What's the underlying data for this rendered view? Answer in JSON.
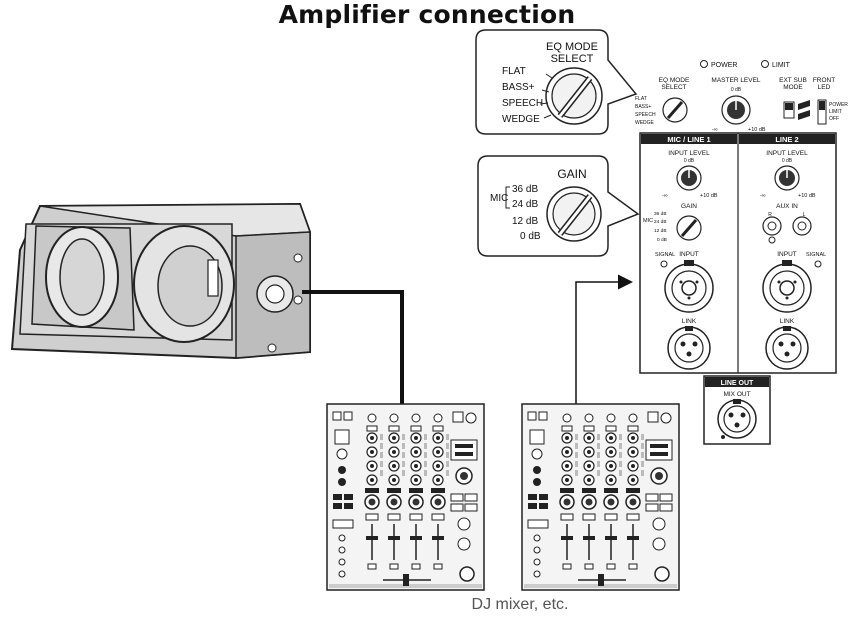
{
  "title": "Amplifier connection",
  "caption": "DJ mixer, etc.",
  "eq_callout": {
    "heading_line1": "EQ MODE",
    "heading_line2": "SELECT",
    "options": [
      "FLAT",
      "BASS+",
      "SPEECH",
      "WEDGE"
    ]
  },
  "gain_callout": {
    "heading": "GAIN",
    "mic_label": "MIC",
    "levels": [
      "36 dB",
      "24 dB",
      "12 dB",
      "0 dB"
    ]
  },
  "panel": {
    "power": "POWER",
    "limit": "LIMIT",
    "eq_mode_line1": "EQ MODE",
    "eq_mode_line2": "SELECT",
    "eq_small": [
      "FLAT",
      "BASS+",
      "SPEECH",
      "WEDGE"
    ],
    "master_level": "MASTER LEVEL",
    "master_zero": "0 dB",
    "master_min": "-∞",
    "master_max": "+10 dB",
    "ext_sub_line1": "EXT SUB",
    "ext_sub_line2": "MODE",
    "front_led_line1": "FRONT",
    "front_led_line2": "LED",
    "front_led_options": [
      "POWER",
      "LIMIT",
      "OFF"
    ],
    "ch1_header": "MIC / LINE 1",
    "ch2_header": "LINE 2",
    "input_level": "INPUT LEVEL",
    "zero_db": "0 dB",
    "min_inf": "-∞",
    "plus10": "+10 dB",
    "gain": "GAIN",
    "mic": "MIC",
    "gain_small": [
      "36 dB",
      "24 dB",
      "12 dB",
      "0 dB"
    ],
    "aux_in": "AUX IN",
    "aux_r": "R",
    "aux_l": "L",
    "signal": "SIGNAL",
    "input": "INPUT",
    "link": "LINK",
    "line_out": "LINE OUT",
    "mix_out": "MIX OUT"
  }
}
